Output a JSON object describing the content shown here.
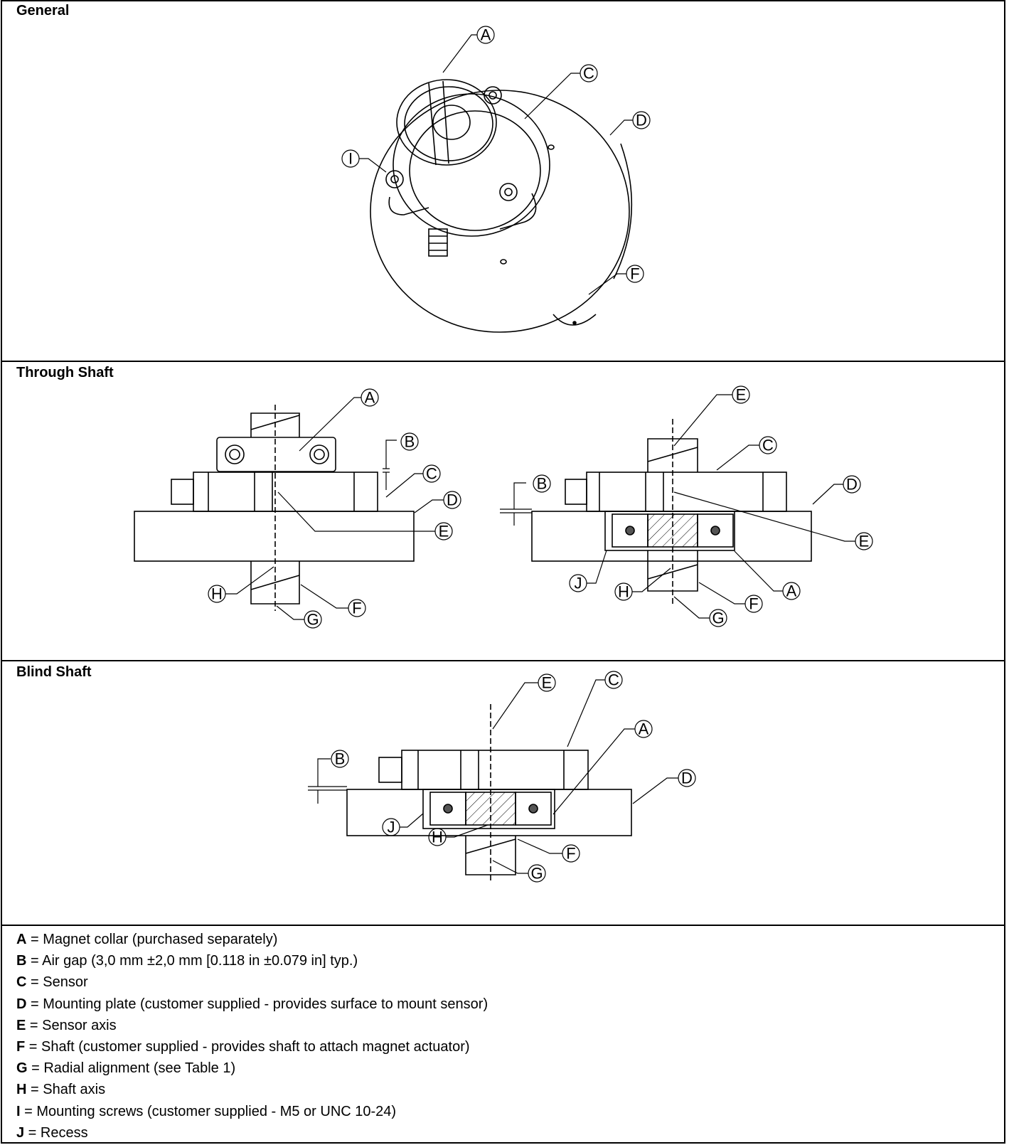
{
  "sections": {
    "general": "General",
    "through": "Through Shaft",
    "blind": "Blind Shaft"
  },
  "callouts": {
    "A": "A",
    "B": "B",
    "C": "C",
    "D": "D",
    "E": "E",
    "F": "F",
    "G": "G",
    "H": "H",
    "I": "I",
    "J": "J"
  },
  "legend": [
    {
      "key": "A",
      "text": " = Magnet collar (purchased separately)"
    },
    {
      "key": "B",
      "text": " = Air gap (3,0 mm ±2,0 mm [0.118 in ±0.079 in] typ.)"
    },
    {
      "key": "C",
      "text": " = Sensor"
    },
    {
      "key": "D",
      "text": " = Mounting plate (customer supplied - provides surface to mount sensor)"
    },
    {
      "key": "E",
      "text": " = Sensor axis"
    },
    {
      "key": "F",
      "text": " = Shaft (customer supplied - provides shaft to attach magnet actuator)"
    },
    {
      "key": "G",
      "text": " = Radial alignment (see Table 1)"
    },
    {
      "key": "H",
      "text": " = Shaft axis"
    },
    {
      "key": "I",
      "text": " = Mounting screws (customer supplied - M5 or UNC 10-24)"
    },
    {
      "key": "J",
      "text": " = Recess"
    }
  ]
}
